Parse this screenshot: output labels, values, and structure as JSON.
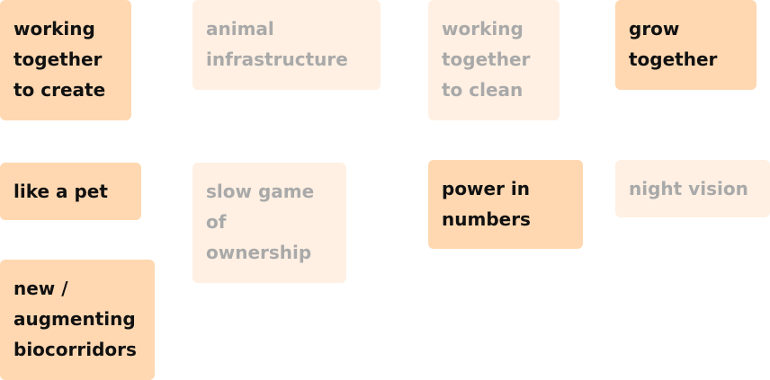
{
  "colors": {
    "active_bg": "#ffd8b1",
    "active_text": "#111111",
    "faded_bg": "#fff0e3",
    "faded_text": "#a9a9a9"
  },
  "notes": [
    {
      "text": "working\ntogether\nto create",
      "state": "active"
    },
    {
      "text": "animal\ninfrastructure",
      "state": "faded"
    },
    {
      "text": "working\ntogether\nto clean",
      "state": "faded"
    },
    {
      "text": "grow\ntogether",
      "state": "active"
    },
    {
      "text": "like a pet",
      "state": "active"
    },
    {
      "text": "slow game\nof\nownership",
      "state": "faded"
    },
    {
      "text": "power in\nnumbers",
      "state": "active"
    },
    {
      "text": "night vision",
      "state": "faded"
    },
    {
      "text": "new /\naugmenting\nbiocorridors",
      "state": "active"
    }
  ]
}
